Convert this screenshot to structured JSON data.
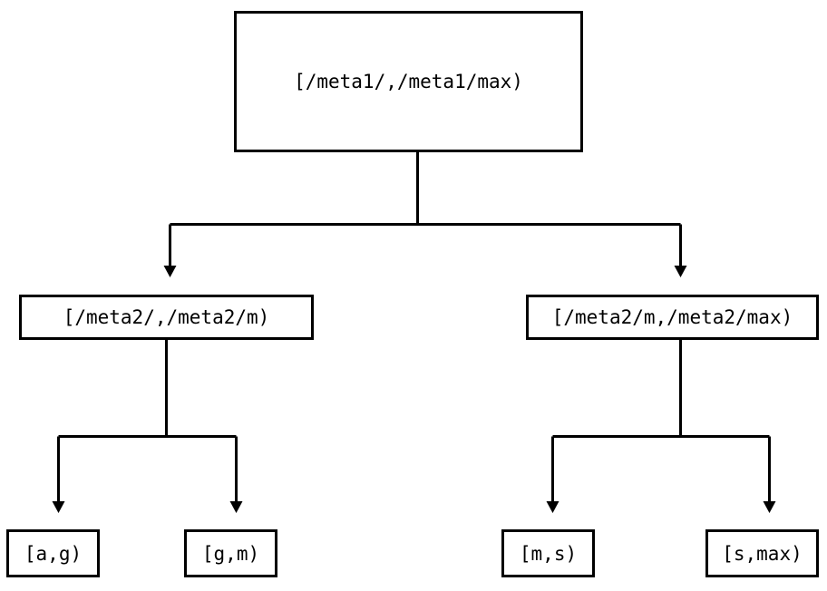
{
  "diagram": {
    "type": "tree",
    "title": "",
    "colors": {
      "background": "#ffffff",
      "stroke": "#000000",
      "node_fill": "#ffffff",
      "text": "#000000"
    },
    "nodes": {
      "root": {
        "label": "[/meta1/,/meta1/max)"
      },
      "mid_left": {
        "label": "[/meta2/,/meta2/m)"
      },
      "mid_right": {
        "label": "[/meta2/m,/meta2/max)"
      },
      "leaves": [
        {
          "label": "[a,g)"
        },
        {
          "label": "[g,m)"
        },
        {
          "label": "[m,s)"
        },
        {
          "label": "[s,max)"
        }
      ]
    },
    "edges": [
      {
        "from": "root",
        "to": "mid_left",
        "arrow": "triangle-down"
      },
      {
        "from": "root",
        "to": "mid_right",
        "arrow": "triangle-down"
      },
      {
        "from": "mid_left",
        "to": "leaf-0",
        "arrow": "triangle-down"
      },
      {
        "from": "mid_left",
        "to": "leaf-1",
        "arrow": "triangle-down"
      },
      {
        "from": "mid_right",
        "to": "leaf-2",
        "arrow": "triangle-down"
      },
      {
        "from": "mid_right",
        "to": "leaf-3",
        "arrow": "triangle-down"
      }
    ]
  }
}
